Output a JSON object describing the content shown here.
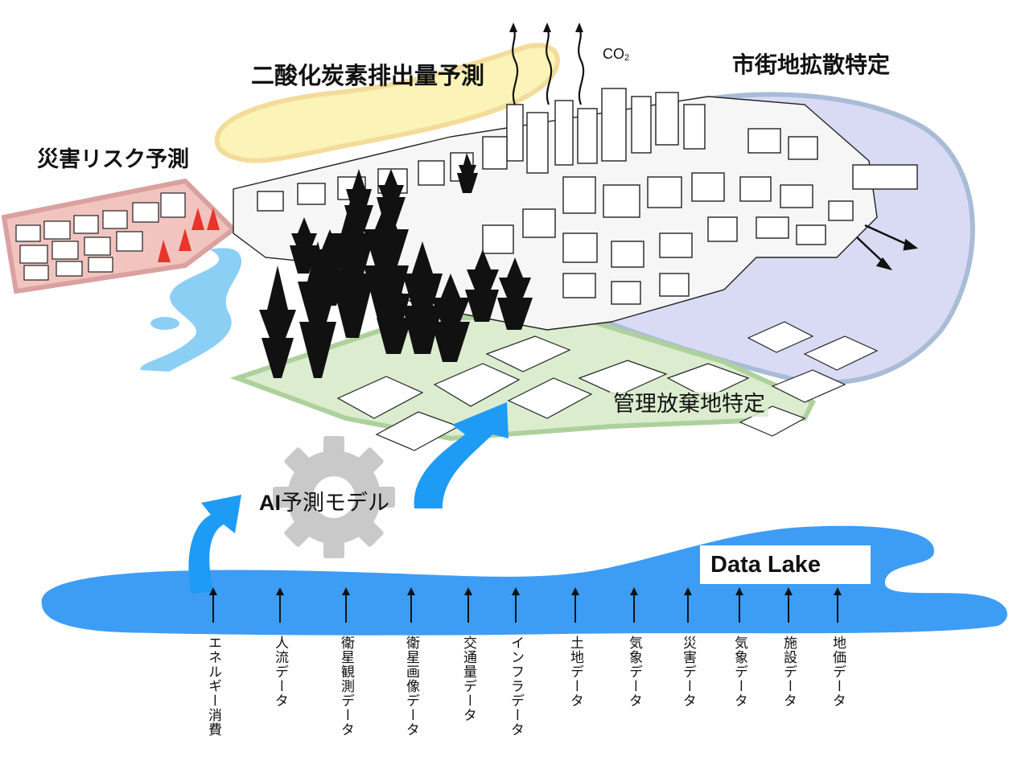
{
  "labels": {
    "co2_forecast": "二酸化炭素排出量予測",
    "co2": "CO",
    "co2_sub": "2",
    "urban_sprawl": "市街地拡散特定",
    "disaster_risk": "災害リスク予測",
    "abandoned_land": "管理放棄地特定",
    "ai_model_prefix": "AI",
    "ai_model_suffix": "予測モデル",
    "data_lake": "Data Lake"
  },
  "data_sources": [
    "エネルギー消費",
    "人流データ",
    "衛星観測データ",
    "衛星画像データ",
    "交通量データ",
    "インフラデータ",
    "土地データ",
    "気象データ",
    "災害データ",
    "気象データ",
    "施設データ",
    "地価データ"
  ],
  "colors": {
    "lake_blue": "#3d9df5",
    "arrow_blue": "#1e9bf5",
    "river_blue": "#8ccff5",
    "co2_zone": "#fbf3b8",
    "co2_zone_edge": "#f3dc9a",
    "urban_zone": "#d9dbf4",
    "urban_zone_edge": "#a9bcd6",
    "risk_zone": "#f2c4c0",
    "risk_zone_edge": "#dba0a0",
    "abandoned_zone": "#dbeccf",
    "abandoned_zone_edge": "#aed19c",
    "gear": "#c9c9c9",
    "cone": "#e8342a"
  }
}
